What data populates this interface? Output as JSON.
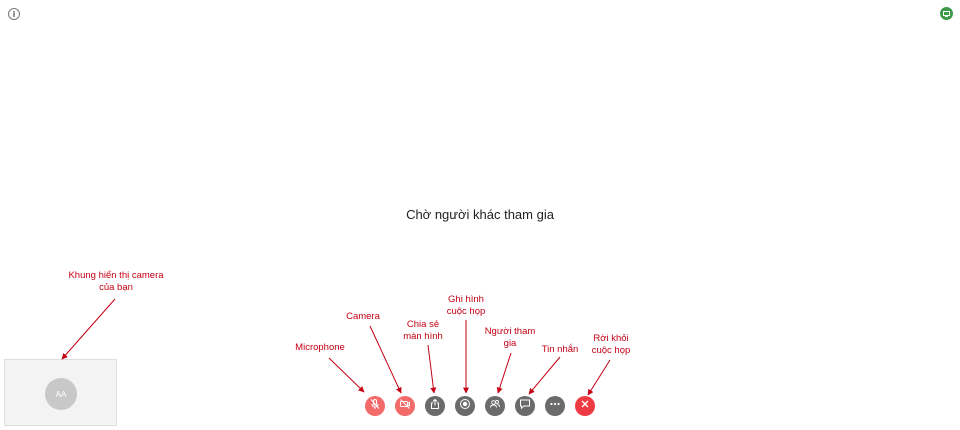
{
  "waiting_message": "Chờ người khác tham gia",
  "self_view": {
    "initials": "AA"
  },
  "controls": [
    {
      "icon": "mic-off-icon",
      "color": "#f26a6a"
    },
    {
      "icon": "camera-off-icon",
      "color": "#f26a6a"
    },
    {
      "icon": "share-screen-icon",
      "color": "#6b6b6b"
    },
    {
      "icon": "record-icon",
      "color": "#6b6b6b"
    },
    {
      "icon": "participants-icon",
      "color": "#6b6b6b"
    },
    {
      "icon": "chat-icon",
      "color": "#6b6b6b"
    },
    {
      "icon": "more-icon",
      "color": "#6b6b6b"
    },
    {
      "icon": "close-icon",
      "color": "#ee3b43"
    }
  ],
  "annotations": {
    "self_view": [
      "Khung hiển thị camera",
      "của bạn"
    ],
    "microphone": [
      "Microphone"
    ],
    "camera": [
      "Camera"
    ],
    "share": [
      "Chia sẻ",
      "màn hình"
    ],
    "record": [
      "Ghi hình",
      "cuộc họp"
    ],
    "participants": [
      "Người tham",
      "gia"
    ],
    "chat": [
      "Tin nhắn"
    ],
    "leave": [
      "Rời khỏi",
      "cuộc họp"
    ]
  },
  "annotation_color": "#c40013"
}
